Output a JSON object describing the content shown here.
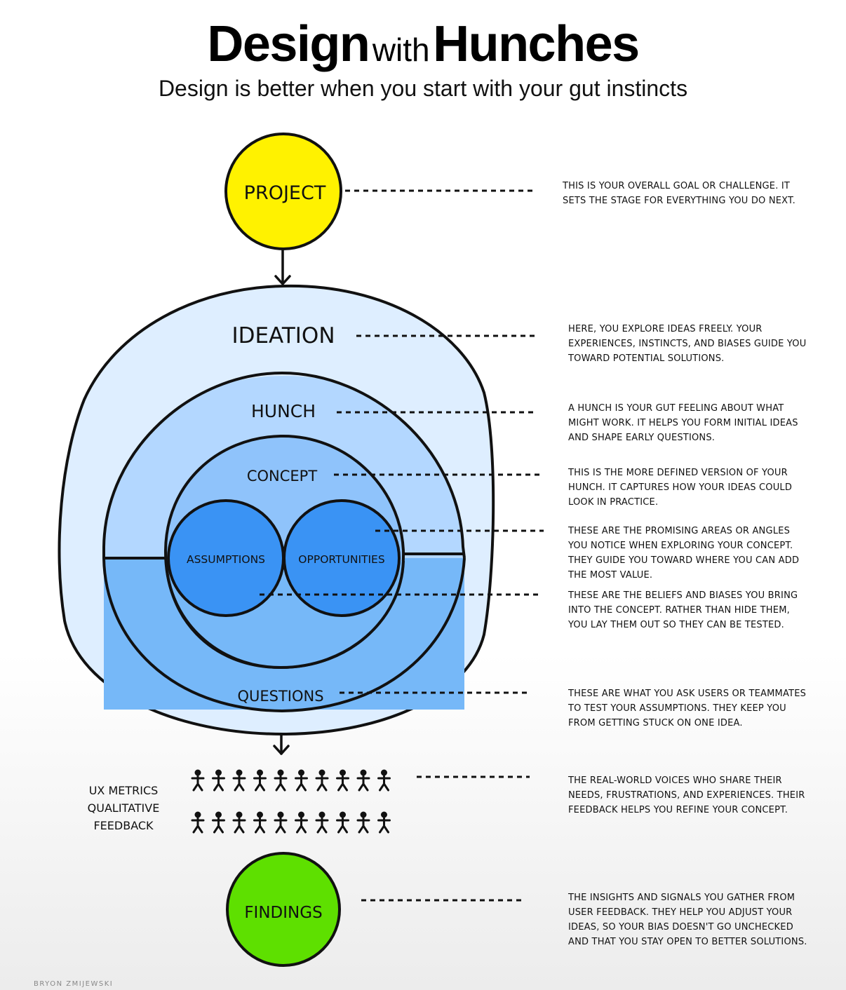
{
  "header": {
    "title_part1": "Design",
    "title_part2": "with",
    "title_part3": "Hunches",
    "subtitle": "Design is better when you start with your gut instincts"
  },
  "nodes": {
    "project": "PROJECT",
    "ideation": "IDEATION",
    "hunch": "HUNCH",
    "concept": "CONCEPT",
    "assumptions": "ASSUMPTIONS",
    "opportunities": "OPPORTUNITIES",
    "questions": "QUESTIONS",
    "ux_metrics": "UX METRICS",
    "qualitative": "QUALITATIVE",
    "feedback": "FEEDBACK",
    "findings": "FINDINGS"
  },
  "descriptions": {
    "project": "This is your overall goal or challenge. It sets the stage for everything you do next.",
    "ideation": "Here, you explore ideas freely. Your experiences, instincts, and biases guide you toward potential solutions.",
    "hunch": "A hunch is your gut feeling about what might work. It helps you form initial ideas and shape early questions.",
    "concept": "This is the more defined version of your hunch. It captures how your ideas could look in practice.",
    "opportunities": "These are the promising areas or angles you notice when exploring your concept. They guide you toward where you can add the most value.",
    "assumptions": "These are the beliefs and biases you bring into the concept. Rather than hide them, you lay them out so they can be tested.",
    "questions": "These are what you ask users or teammates to test your assumptions. They keep you from getting stuck on one idea.",
    "feedback": "The real-world voices who share their needs, frustrations, and experiences. Their feedback helps you refine your concept.",
    "findings": "The insights and signals you gather from user feedback. They help you adjust your ideas, so your bias doesn't go unchecked and that you stay open to better solutions."
  },
  "people_rows": [
    10,
    10
  ],
  "signature": "BRYON ZMIJEWSKI",
  "colors": {
    "project": "#fff200",
    "findings": "#5ee000",
    "ideation": "#deeeff",
    "hunch": "#b3d7ff",
    "concept": "#8fc3fb",
    "bottom_band": "#76b8f8",
    "inner": "#3a93f4"
  }
}
